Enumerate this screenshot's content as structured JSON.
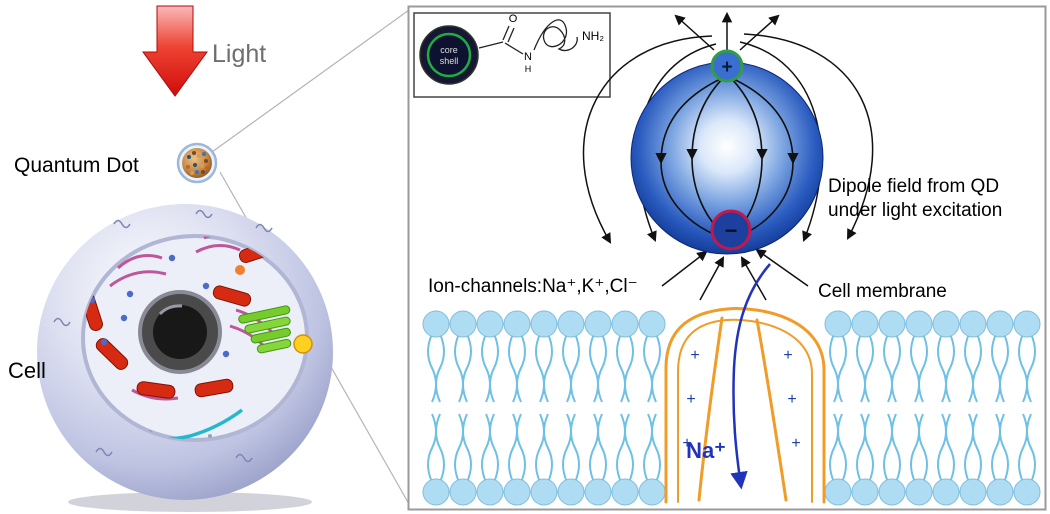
{
  "left_scene": {
    "light_label": "Light",
    "quantum_dot_label": "Quantum Dot",
    "cell_label": "Cell"
  },
  "inset": {
    "core_label": "core",
    "shell_label": "shell",
    "o_label": "O",
    "n_label": "N",
    "h_label": "H",
    "nh2_label": "NH₂"
  },
  "dipole": {
    "plus_symbol": "+",
    "minus_symbol": "−",
    "caption_line1": "Dipole field from QD",
    "caption_line2": "under light excitation"
  },
  "membrane": {
    "ion_channels_label": "Ion-channels:Na⁺,K⁺,Cl⁻",
    "cell_membrane_label": "Cell membrane",
    "na_ion_label": "Na⁺",
    "channel_plus_symbol": "+"
  },
  "colors": {
    "light_arrow_red": "#e01414",
    "light_text_gray": "#6e6e6e",
    "qd_ball_deep_blue": "#0a2878",
    "plus_pole_green": "#2f9e44",
    "minus_pole_red": "#c2184a",
    "field_line_black": "#111111",
    "membrane_head_blue": "#aedcf2",
    "membrane_tail_blue": "#6fc0e6",
    "channel_orange": "#f09c28",
    "na_arrow_blue": "#2233bb",
    "cell_body_lavender": "#c3c8e4",
    "panel_border_gray": "#9a9a9a"
  }
}
